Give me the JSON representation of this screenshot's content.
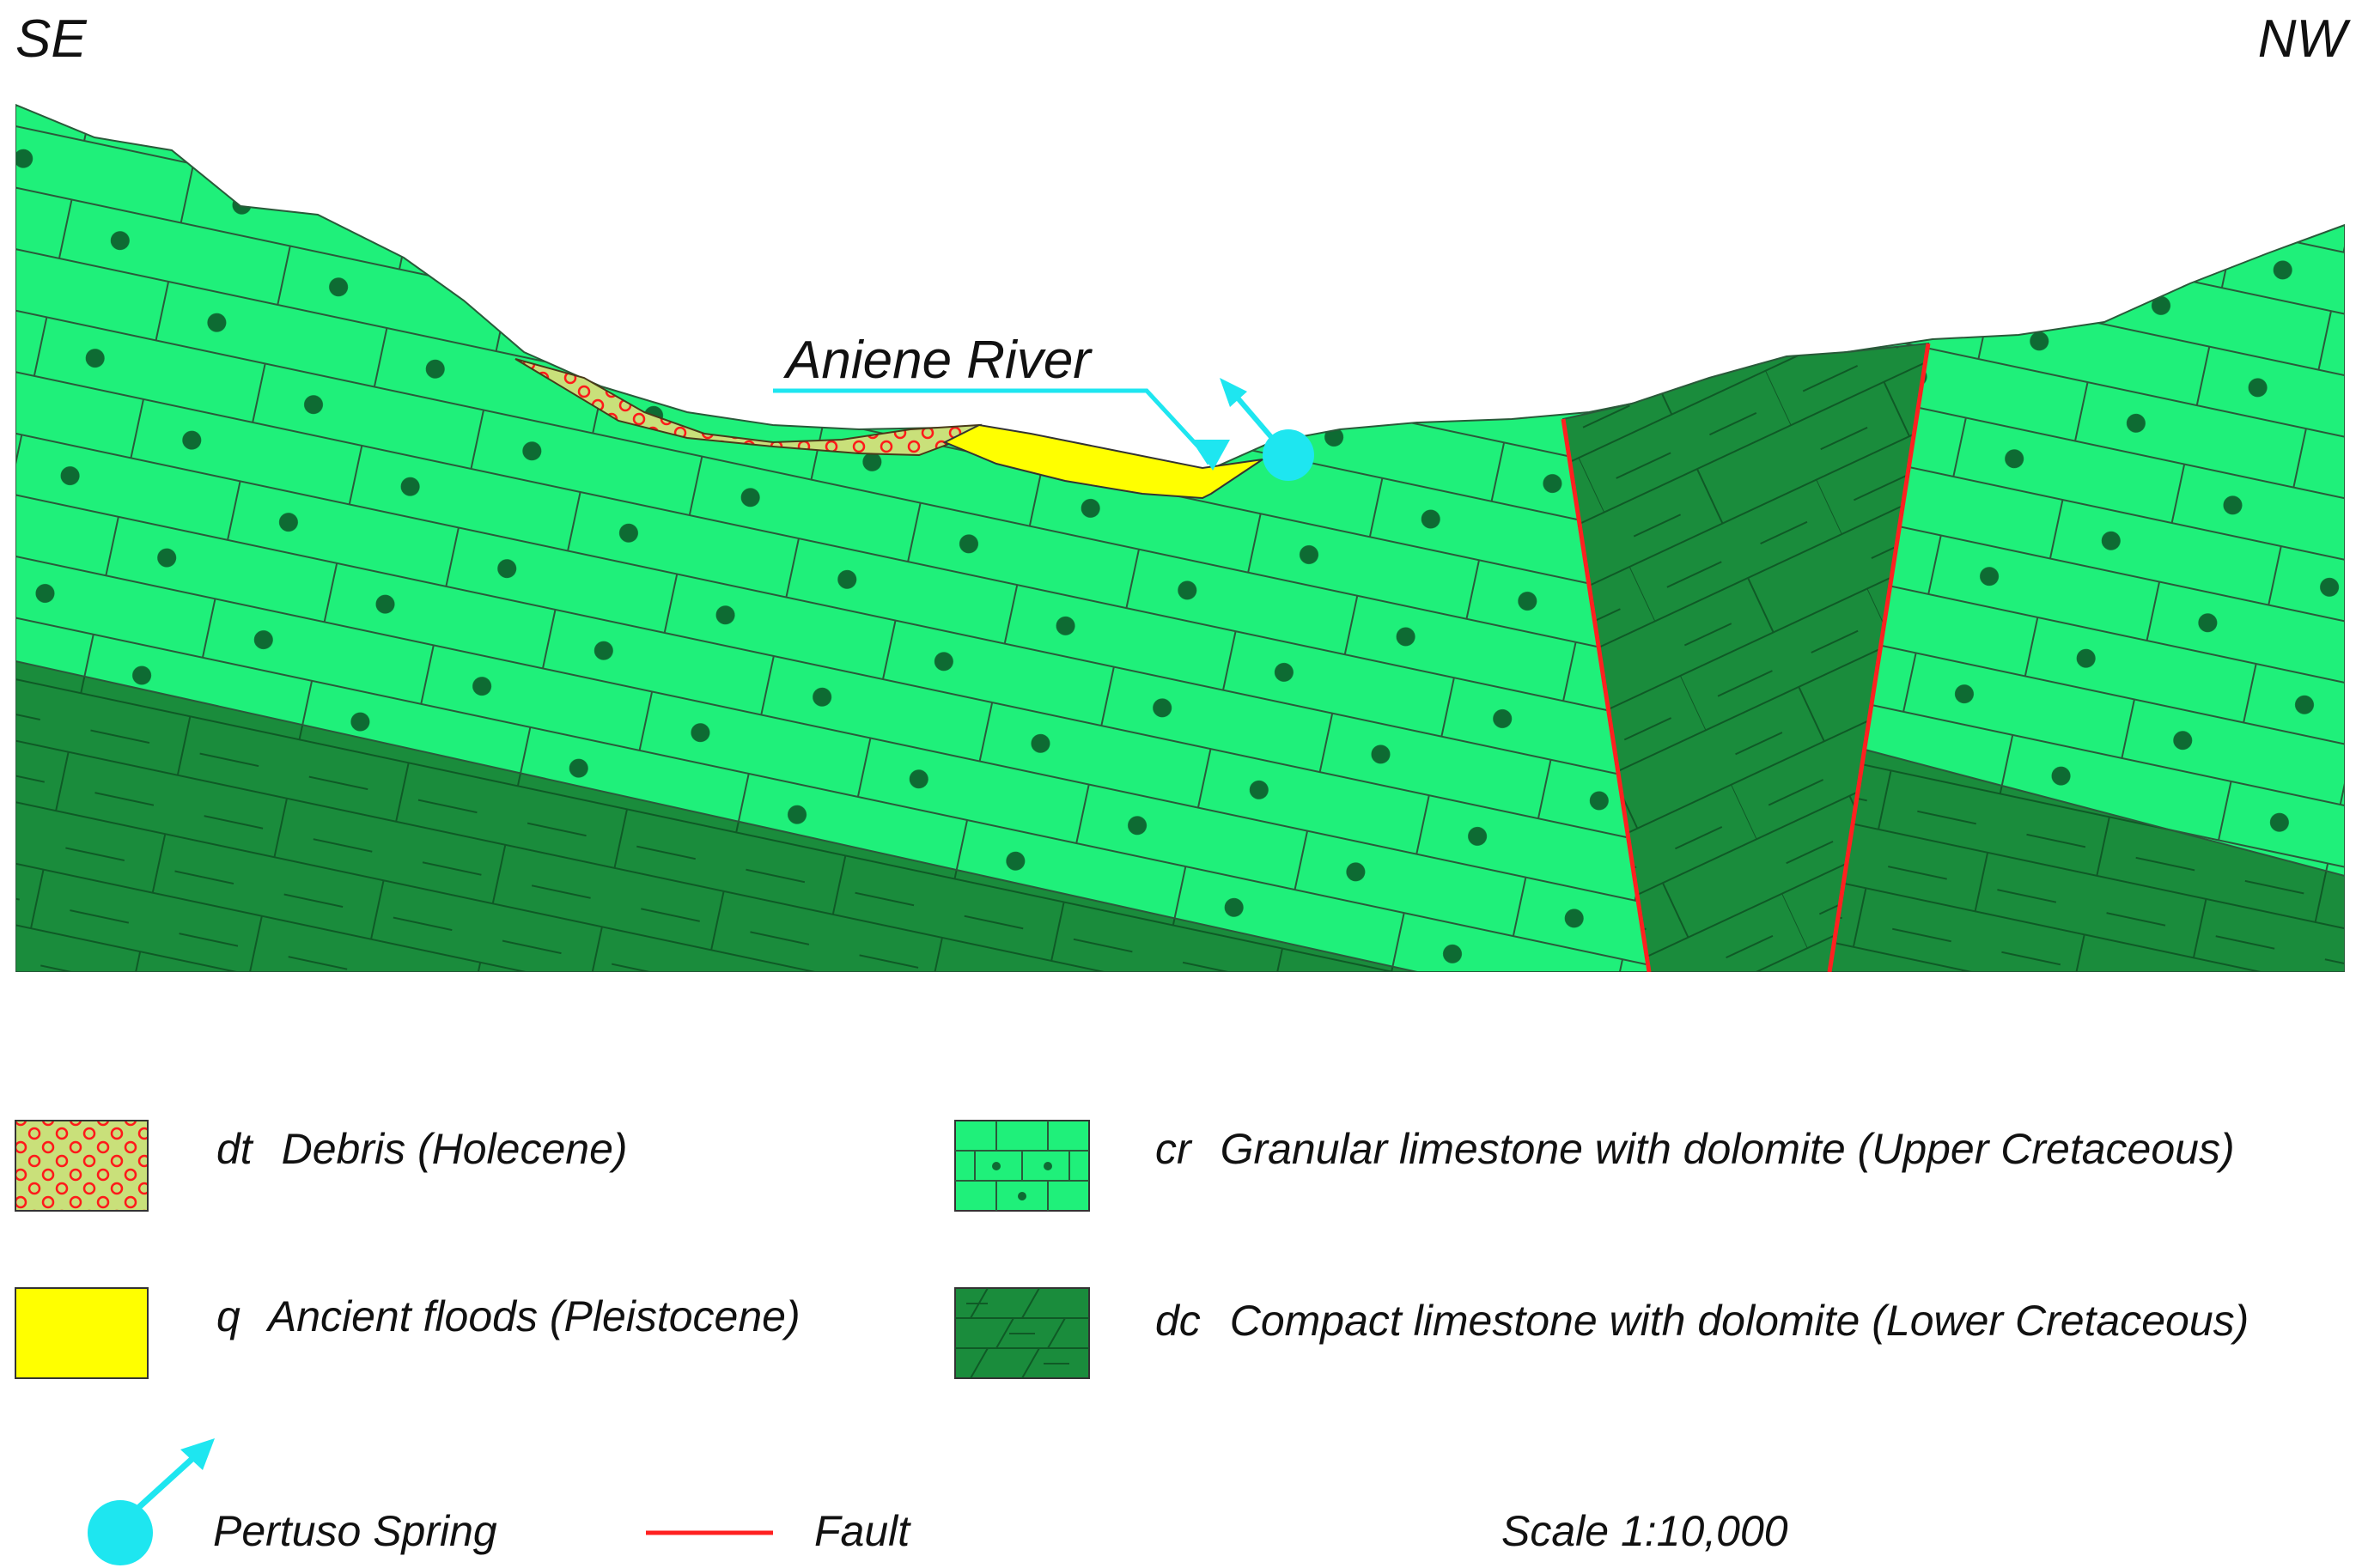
{
  "orientation": {
    "left": "SE",
    "right": "NW"
  },
  "river_label": "Aniene River",
  "legend": [
    {
      "code": "dt",
      "text": "Debris (Holecene)",
      "swatch": "debris"
    },
    {
      "code": "cr",
      "text": "Granular limestone with dolomite (Upper Cretaceous)",
      "swatch": "granular"
    },
    {
      "code": "q",
      "text": "Ancient floods (Pleistocene)",
      "swatch": "floods"
    },
    {
      "code": "dc",
      "text": "Compact limestone with dolomite (Lower Cretaceous)",
      "swatch": "compact"
    }
  ],
  "spring_label": "Pertuso Spring",
  "fault_label": "Fault",
  "scale_label": "Scale 1:10,000",
  "colors": {
    "granular": "#1ff07a",
    "compact": "#1a8c3c",
    "floods": "#ffff00",
    "debris_bg": "#c9e07a",
    "debris_ring": "#ff1a1a",
    "fault": "#ff2020",
    "spring": "#1ee6f0",
    "lines": "#2a5a3a",
    "dot": "#0e6b33"
  },
  "icons": [
    "spring-icon",
    "fault-line-icon",
    "flow-arrow-icon"
  ]
}
